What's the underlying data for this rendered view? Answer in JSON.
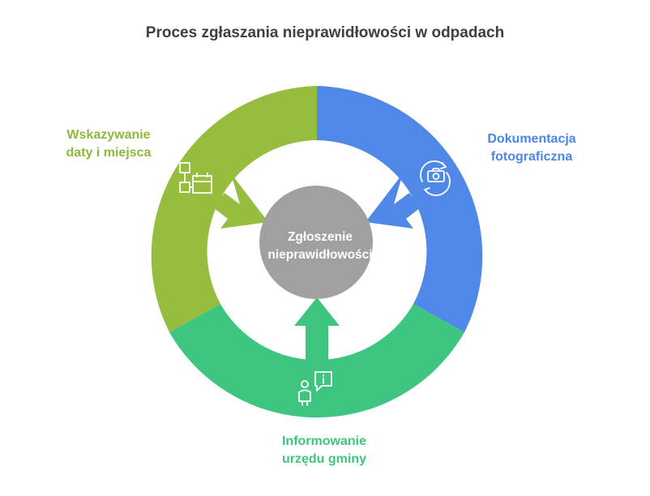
{
  "title": "Proces zgłaszania nieprawidłowości w odpadach",
  "center": {
    "line1": "Zgłoszenie",
    "line2": "nieprawidłowości"
  },
  "segments": [
    {
      "line1": "Wskazywanie",
      "line2": "daty i miejsca",
      "color": "#96bd3e",
      "icon": "calendar-icon"
    },
    {
      "line1": "Dokumentacja",
      "line2": "fotograficzna",
      "color": "#4f88e6",
      "icon": "camera-icon"
    },
    {
      "line1": "Informowanie",
      "line2": "urzędu gminy",
      "color": "#3ec57f",
      "icon": "person-info-icon"
    }
  ]
}
